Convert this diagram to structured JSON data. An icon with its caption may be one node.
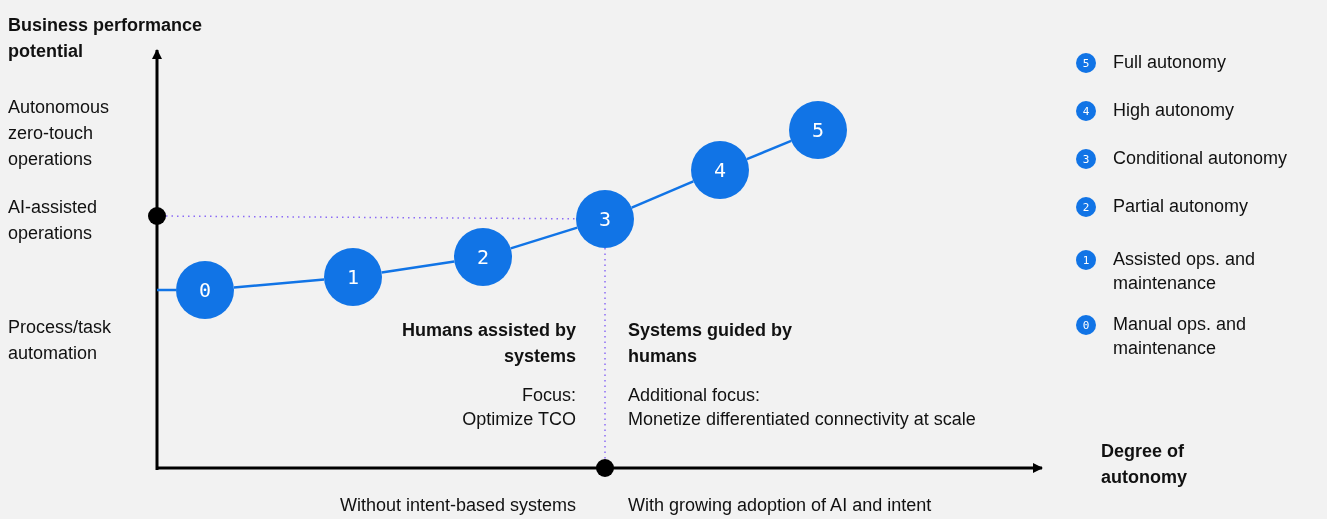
{
  "diagram": {
    "nodes": [
      {
        "text": [
          "0"
        ]
      },
      {
        "text": [
          "1"
        ]
      },
      {
        "text": [
          "2"
        ]
      },
      {
        "text": [
          "3"
        ]
      },
      {
        "text": [
          "4"
        ]
      },
      {
        "text": [
          "5"
        ]
      },
      {
        "text": [],
        "shape": "circle"
      },
      {
        "text": [],
        "shape": "circle"
      }
    ],
    "edges": [
      {
        "from": null,
        "to": 0,
        "arrow": "none",
        "color": "#1174e6"
      },
      {
        "from": 0,
        "to": 1,
        "arrow": "none",
        "color": "#1174e6"
      },
      {
        "from": 1,
        "to": 2,
        "arrow": "none",
        "color": "#1174e6"
      },
      {
        "from": 2,
        "to": 3,
        "arrow": "none",
        "color": "#1174e6"
      },
      {
        "from": 3,
        "to": 4,
        "arrow": "none",
        "color": "#1174e6"
      },
      {
        "from": 4,
        "to": 5,
        "arrow": "none",
        "color": "#1174e6"
      },
      {
        "from": 6,
        "to": 3,
        "arrow": "none",
        "style": "dashed",
        "color": "#8c6cf5"
      },
      {
        "from": 3,
        "to": 7,
        "arrow": "none",
        "style": "dashed",
        "color": "#8c6cf5"
      }
    ],
    "labels": [
      "Business performance potential",
      "Autonomous zero-touch operations",
      "AI-assisted operations",
      "Process/task automation",
      "Humans assisted by systems",
      "Focus:",
      "Optimize TCO",
      "Systems guided by humans",
      "Additional focus:",
      "Monetize differentiated connectivity at scale",
      "Degree of autonomy",
      "Without intent-based systems",
      "With growing adoption of AI and intent",
      "5",
      "4",
      "3",
      "2",
      "1",
      "0"
    ],
    "legend": [
      {
        "text": "Full autonomy"
      },
      {
        "text": "High autonomy"
      },
      {
        "text": "Conditional autonomy"
      },
      {
        "text": "Partial autonomy"
      },
      {
        "text": "Assisted ops. and maintenance"
      },
      {
        "text": "Manual ops. and maintenance"
      }
    ]
  }
}
